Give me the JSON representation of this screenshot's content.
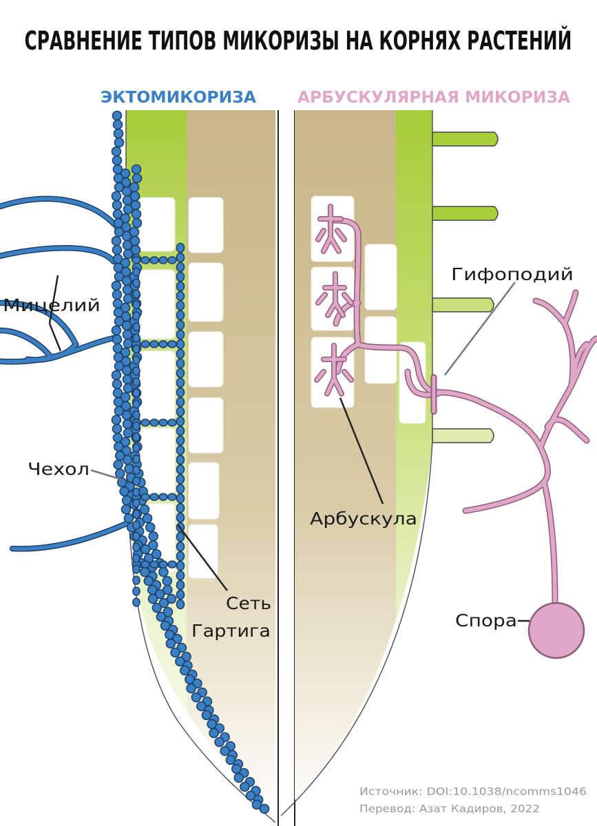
{
  "title": "СРАВНЕНИЕ ТИПОВ МИКОРИЗЫ НА КОРНЯХ РАСТЕНИЙ",
  "left": {
    "heading": "ЭКТОМИКОРИЗА",
    "labels": {
      "mycelium": "Мицелий",
      "mantle": "Чехол",
      "hartig_line1": "Сеть",
      "hartig_line2": "Гартига"
    }
  },
  "right": {
    "heading": "АРБУСКУЛЯРНАЯ МИКОРИЗА",
    "labels": {
      "hyphopodium": "Гифоподий",
      "arbuscule": "Арбускула",
      "spore": "Спора"
    }
  },
  "source": {
    "line1": "Источник: DOI:10.1038/ncomms1046",
    "line2": "Перевод: Азат Кадиров, 2022"
  },
  "colors": {
    "ecto": "#3b7fc4",
    "ecto_dark": "#1d3f66",
    "am": "#e0a8c8",
    "am_dark": "#8e5a77",
    "cortex": "#c9b88a",
    "green": "#a9cf3a"
  }
}
